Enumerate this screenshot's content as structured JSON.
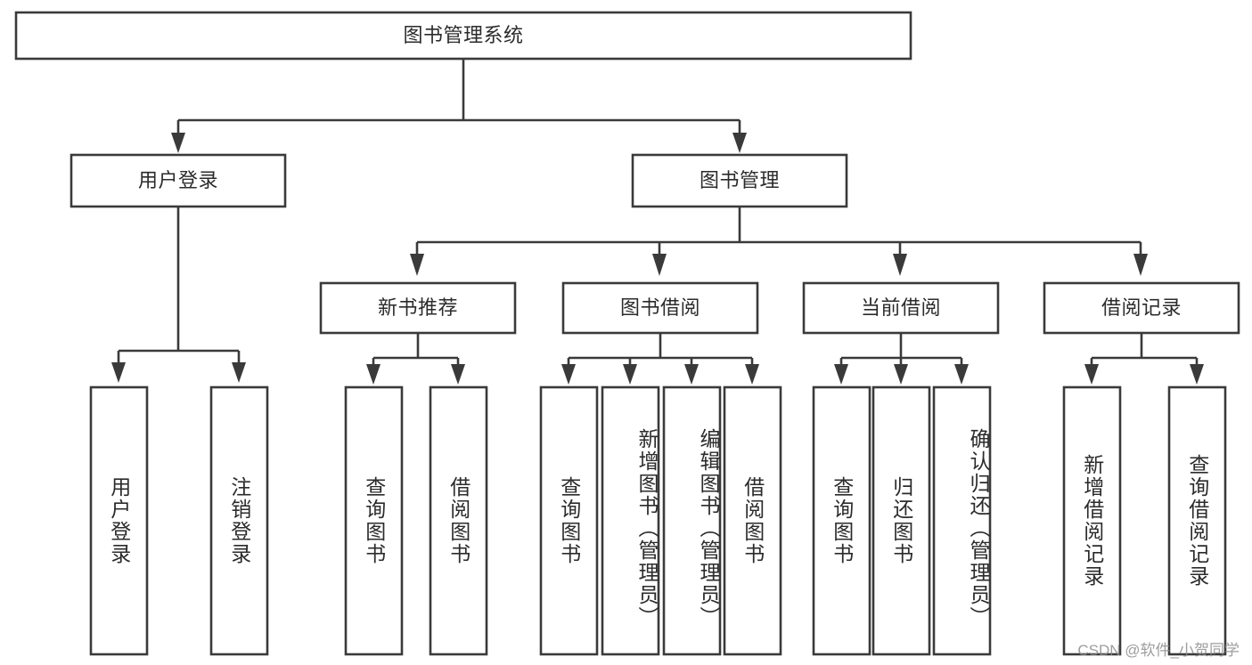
{
  "diagram": {
    "type": "tree-hierarchy",
    "title": "图书管理系统",
    "orientation": "top-down",
    "colors": {
      "box_stroke": "#3a3a3a",
      "box_fill": "#ffffff",
      "text": "#2b2b2b",
      "connector": "#3a3a3a",
      "background": "#ffffff",
      "watermark": "#8d8d8d"
    },
    "nodes": {
      "root": {
        "label": "图书管理系统",
        "level": 0,
        "orientation": "horizontal"
      },
      "user_login": {
        "label": "用户登录",
        "level": 1,
        "orientation": "horizontal"
      },
      "book_manage": {
        "label": "图书管理",
        "level": 1,
        "orientation": "horizontal"
      },
      "new_book_rec": {
        "label": "新书推荐",
        "level": 2,
        "orientation": "horizontal"
      },
      "book_borrow": {
        "label": "图书借阅",
        "level": 2,
        "orientation": "horizontal"
      },
      "current_borrow": {
        "label": "当前借阅",
        "level": 2,
        "orientation": "horizontal"
      },
      "borrow_record": {
        "label": "借阅记录",
        "level": 2,
        "orientation": "horizontal"
      },
      "leaf_user_login": {
        "label": "用户登录",
        "level": 3,
        "orientation": "vertical"
      },
      "leaf_logout": {
        "label": "注销登录",
        "level": 3,
        "orientation": "vertical"
      },
      "leaf_query_book_1": {
        "label": "查询图书",
        "level": 3,
        "orientation": "vertical"
      },
      "leaf_borrow_book_1": {
        "label": "借阅图书",
        "level": 3,
        "orientation": "vertical"
      },
      "leaf_query_book_2": {
        "label": "查询图书",
        "level": 3,
        "orientation": "vertical"
      },
      "leaf_add_book": {
        "label": "新增图书（管理员）",
        "level": 3,
        "orientation": "vertical"
      },
      "leaf_edit_book": {
        "label": "编辑图书（管理员）",
        "level": 3,
        "orientation": "vertical"
      },
      "leaf_borrow_book_2": {
        "label": "借阅图书",
        "level": 3,
        "orientation": "vertical"
      },
      "leaf_query_book_3": {
        "label": "查询图书",
        "level": 3,
        "orientation": "vertical"
      },
      "leaf_return_book": {
        "label": "归还图书",
        "level": 3,
        "orientation": "vertical"
      },
      "leaf_confirm_return": {
        "label": "确认归还（管理员）",
        "level": 3,
        "orientation": "vertical"
      },
      "leaf_add_record": {
        "label": "新增借阅记录",
        "level": 3,
        "orientation": "vertical"
      },
      "leaf_query_record": {
        "label": "查询借阅记录",
        "level": 3,
        "orientation": "vertical"
      }
    },
    "edges": [
      {
        "from": "root",
        "to": "user_login"
      },
      {
        "from": "root",
        "to": "book_manage"
      },
      {
        "from": "user_login",
        "to": "leaf_user_login"
      },
      {
        "from": "user_login",
        "to": "leaf_logout"
      },
      {
        "from": "book_manage",
        "to": "new_book_rec"
      },
      {
        "from": "book_manage",
        "to": "book_borrow"
      },
      {
        "from": "book_manage",
        "to": "current_borrow"
      },
      {
        "from": "book_manage",
        "to": "borrow_record"
      },
      {
        "from": "new_book_rec",
        "to": "leaf_query_book_1"
      },
      {
        "from": "new_book_rec",
        "to": "leaf_borrow_book_1"
      },
      {
        "from": "book_borrow",
        "to": "leaf_query_book_2"
      },
      {
        "from": "book_borrow",
        "to": "leaf_add_book"
      },
      {
        "from": "book_borrow",
        "to": "leaf_edit_book"
      },
      {
        "from": "book_borrow",
        "to": "leaf_borrow_book_2"
      },
      {
        "from": "current_borrow",
        "to": "leaf_query_book_3"
      },
      {
        "from": "current_borrow",
        "to": "leaf_return_book"
      },
      {
        "from": "current_borrow",
        "to": "leaf_confirm_return"
      },
      {
        "from": "borrow_record",
        "to": "leaf_add_record"
      },
      {
        "from": "borrow_record",
        "to": "leaf_query_record"
      }
    ]
  },
  "watermark": {
    "text": "CSDN @软件_小贺同学"
  }
}
